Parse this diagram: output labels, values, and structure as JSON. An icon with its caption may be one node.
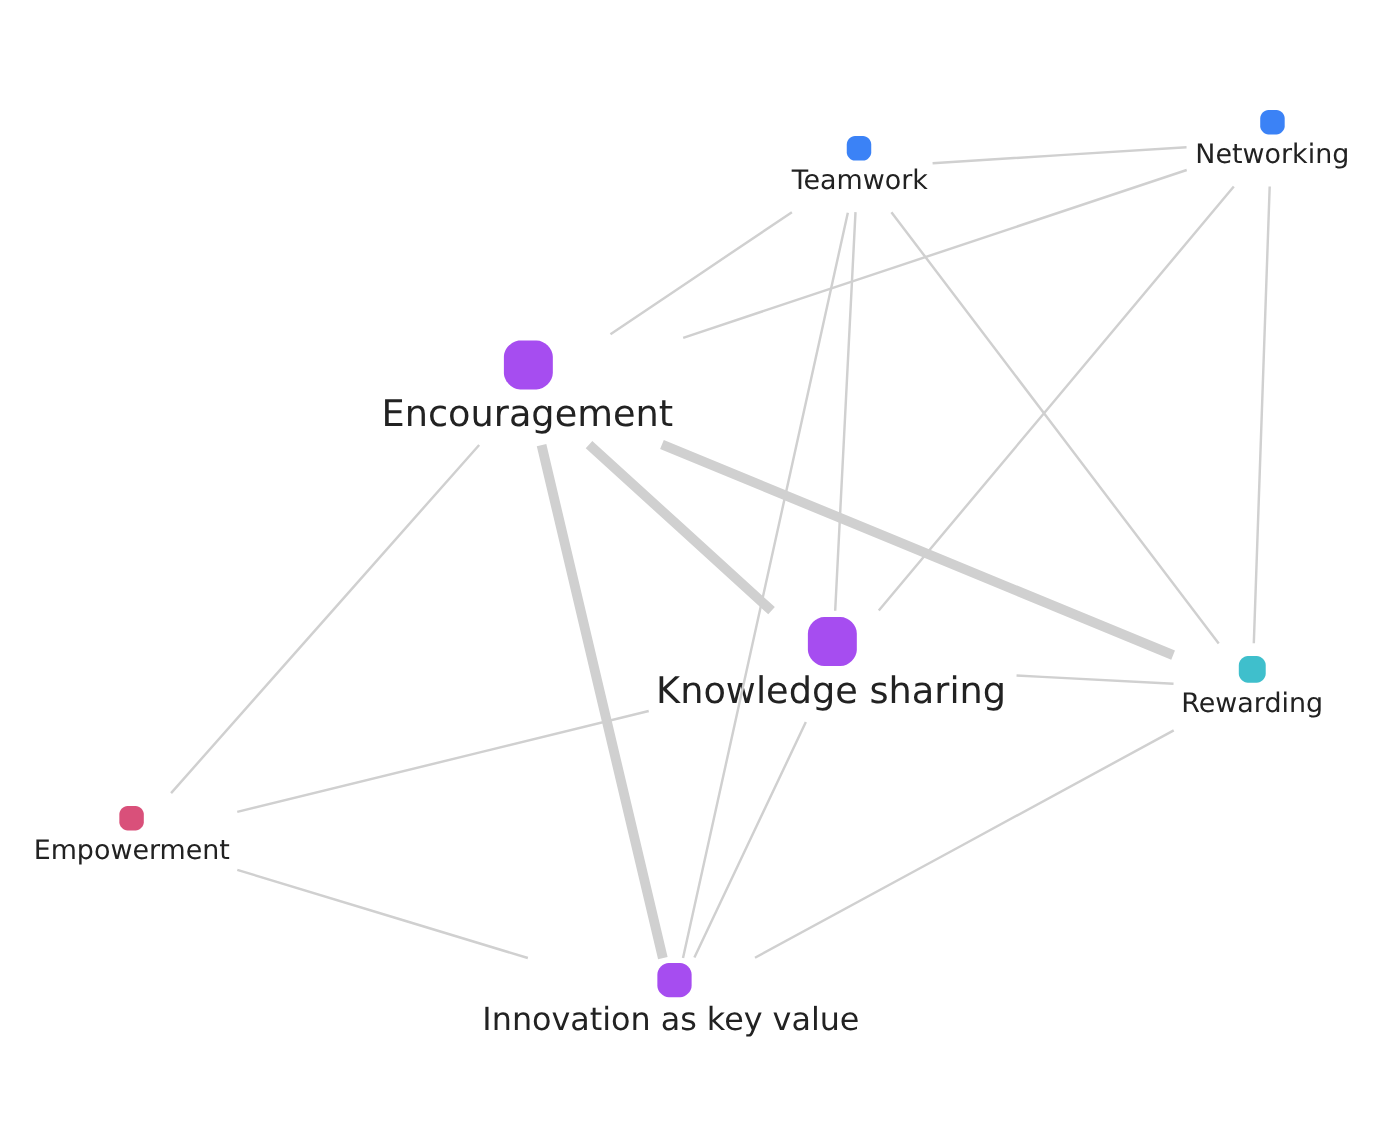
{
  "diagram": {
    "nodes": [
      {
        "text": [
          "Empowerment"
        ]
      },
      {
        "text": [
          "Networking"
        ]
      },
      {
        "text": [
          "Innovation as key value"
        ]
      },
      {
        "text": [
          "Teamwork"
        ]
      },
      {
        "text": [
          "Knowledge sharing"
        ]
      },
      {
        "text": [
          "Encouragement"
        ]
      },
      {
        "text": [
          "Rewarding"
        ]
      }
    ],
    "edges": [
      {
        "from": 0,
        "to": 2,
        "arrow": "none"
      },
      {
        "from": 0,
        "to": 5,
        "arrow": "none"
      },
      {
        "from": 0,
        "to": 4,
        "arrow": "none"
      },
      {
        "from": 1,
        "to": 4,
        "arrow": "none"
      },
      {
        "from": 1,
        "to": 5,
        "arrow": "none"
      },
      {
        "from": 1,
        "to": 3,
        "arrow": "none"
      },
      {
        "from": 1,
        "to": 6,
        "arrow": "none"
      },
      {
        "from": 3,
        "to": 2,
        "arrow": "none"
      },
      {
        "from": 3,
        "to": 4,
        "arrow": "none"
      },
      {
        "from": 3,
        "to": 5,
        "arrow": "none"
      },
      {
        "from": 3,
        "to": 6,
        "arrow": "none"
      },
      {
        "from": 2,
        "to": 5,
        "arrow": "none",
        "style": "thick"
      },
      {
        "from": 2,
        "to": 4,
        "arrow": "none"
      },
      {
        "from": 2,
        "to": 6,
        "arrow": "none"
      },
      {
        "from": 4,
        "to": 5,
        "arrow": "none",
        "style": "thick"
      },
      {
        "from": 4,
        "to": 6,
        "arrow": "none"
      },
      {
        "from": 5,
        "to": 6,
        "arrow": "none",
        "style": "thick"
      }
    ]
  }
}
